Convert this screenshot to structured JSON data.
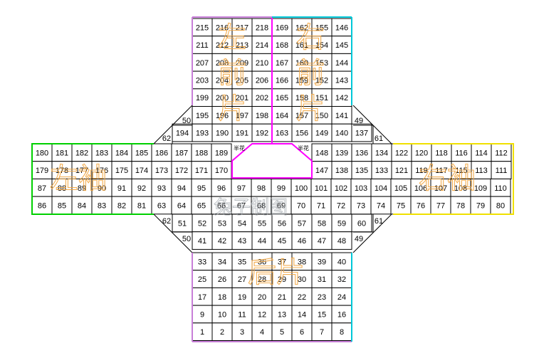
{
  "grid": {
    "top_rows": [
      [
        "215",
        "216",
        "217",
        "218",
        "169",
        "162",
        "155",
        "146"
      ],
      [
        "211",
        "212",
        "213",
        "214",
        "168",
        "161",
        "154",
        "145"
      ],
      [
        "207",
        "208",
        "209",
        "210",
        "167",
        "160",
        "153",
        "144"
      ],
      [
        "203",
        "204",
        "205",
        "206",
        "166",
        "159",
        "152",
        "143"
      ],
      [
        "199",
        "200",
        "201",
        "202",
        "165",
        "158",
        "151",
        "142"
      ],
      [
        "195",
        "196",
        "197",
        "198",
        "164",
        "157",
        "150",
        "141"
      ]
    ],
    "row7": [
      "194",
      "193",
      "190",
      "191",
      "192",
      "163",
      "156",
      "149",
      "140",
      "137"
    ],
    "row8": [
      "180",
      "181",
      "182",
      "183",
      "184",
      "185",
      "186",
      "187",
      "188",
      "189",
      "148",
      "139",
      "136",
      "134",
      "122",
      "120",
      "118",
      "116",
      "114",
      "112"
    ],
    "row9": [
      "179",
      "178",
      "177",
      "176",
      "175",
      "174",
      "173",
      "172",
      "171",
      "170",
      "147",
      "138",
      "135",
      "133",
      "121",
      "119",
      "117",
      "115",
      "113",
      "111"
    ],
    "row10": [
      "87",
      "88",
      "89",
      "90",
      "91",
      "92",
      "93",
      "94",
      "95",
      "96",
      "97",
      "98",
      "99",
      "100",
      "101",
      "102",
      "103",
      "104",
      "105",
      "106",
      "107",
      "108",
      "109",
      "110"
    ],
    "row11": [
      "86",
      "85",
      "84",
      "83",
      "82",
      "81",
      "63",
      "64",
      "65",
      "66",
      "67",
      "68",
      "69",
      "70",
      "71",
      "72",
      "73",
      "74",
      "75",
      "76",
      "77",
      "78",
      "79",
      "80"
    ],
    "row12": [
      "51",
      "52",
      "53",
      "54",
      "55",
      "56",
      "57",
      "58",
      "59",
      "60"
    ],
    "row13": [
      "41",
      "42",
      "43",
      "44",
      "45",
      "46",
      "47",
      "48"
    ],
    "bottom_rows": [
      [
        "33",
        "34",
        "35",
        "36",
        "37",
        "38",
        "39",
        "40"
      ],
      [
        "25",
        "26",
        "27",
        "28",
        "29",
        "30",
        "31",
        "32"
      ],
      [
        "17",
        "18",
        "19",
        "20",
        "21",
        "22",
        "23",
        "24"
      ],
      [
        "9",
        "10",
        "11",
        "12",
        "13",
        "14",
        "15",
        "16"
      ],
      [
        "1",
        "2",
        "3",
        "4",
        "5",
        "6",
        "7",
        "8"
      ]
    ],
    "diag_labels": {
      "top_left_50": "50",
      "top_left_62": "62",
      "top_right_49": "49",
      "top_right_61": "61",
      "bottom_left_62": "62",
      "bottom_left_50": "50",
      "bottom_right_61": "61",
      "bottom_right_49": "49"
    },
    "half_flower_left": "半花",
    "half_flower_right": "半花"
  },
  "watermarks": {
    "front_left": [
      "左",
      "前",
      "片"
    ],
    "front_right": [
      "右",
      "前",
      "片"
    ],
    "sleeve_left": "左袖",
    "sleeve_right": "右袖",
    "back": "后片",
    "credit": "兔子制图"
  },
  "colors": {
    "purple": "#c87fd8",
    "magenta": "#ff00ff",
    "cyan": "#00c8d8",
    "green": "#00d000",
    "yellow": "#f0e000",
    "watermark": "#f2a640"
  }
}
